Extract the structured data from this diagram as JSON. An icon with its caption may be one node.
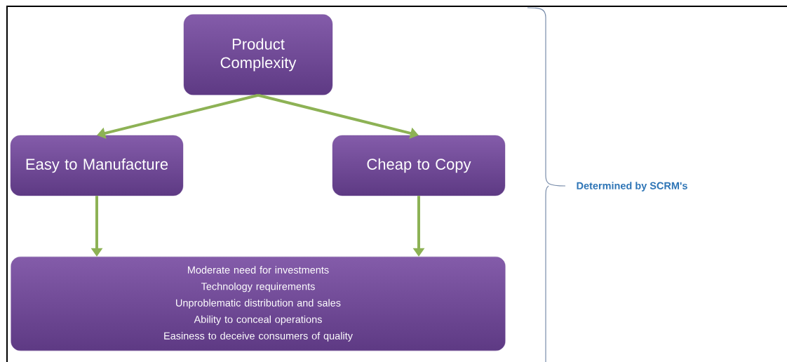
{
  "diagram": {
    "nodes": [
      {
        "text": [
          "Product Complexity"
        ]
      },
      {
        "text": [
          "Easy to Manufacture"
        ]
      },
      {
        "text": [
          "Cheap to Copy"
        ]
      },
      {
        "text": [
          "Moderate need for investments",
          "Technology requirements",
          "Unproblematic distribution and sales",
          "Ability to conceal operations",
          "Easiness to deceive consumers of quality"
        ]
      }
    ],
    "edges": [
      {
        "from": 0,
        "to": 1,
        "arrow": "to"
      },
      {
        "from": 0,
        "to": 2,
        "arrow": "to"
      },
      {
        "from": 1,
        "to": 3,
        "arrow": "to"
      },
      {
        "from": 2,
        "to": 3,
        "arrow": "to"
      }
    ],
    "labels": [
      "Determined by SCRM's"
    ]
  }
}
